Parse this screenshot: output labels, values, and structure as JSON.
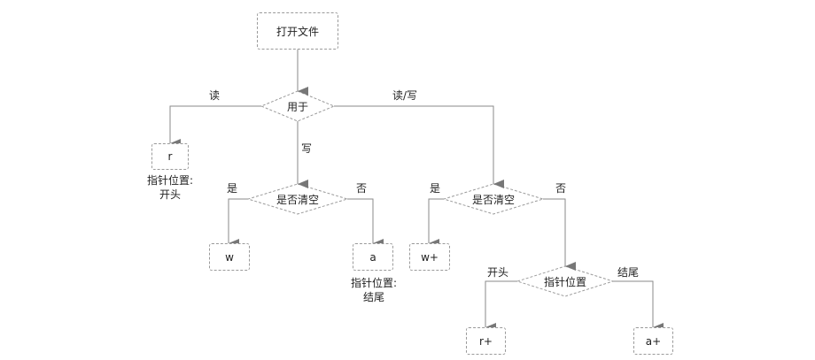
{
  "nodes": {
    "open_file": "打开文件",
    "purpose": "用于",
    "r": "r",
    "clear_left": "是否清空",
    "w": "w",
    "a": "a",
    "clear_right": "是否清空",
    "w_plus": "w+",
    "pointer_pos": "指针位置",
    "r_plus": "r+",
    "a_plus": "a+"
  },
  "edge_labels": {
    "read": "读",
    "write": "写",
    "read_write": "读/写",
    "yes_left": "是",
    "no_left": "否",
    "yes_right": "是",
    "no_right": "否",
    "start": "开头",
    "end": "结尾"
  },
  "notes": {
    "r_pointer_line1": "指针位置:",
    "r_pointer_line2": "开头",
    "a_pointer_line1": "指针位置:",
    "a_pointer_line2": "结尾"
  }
}
